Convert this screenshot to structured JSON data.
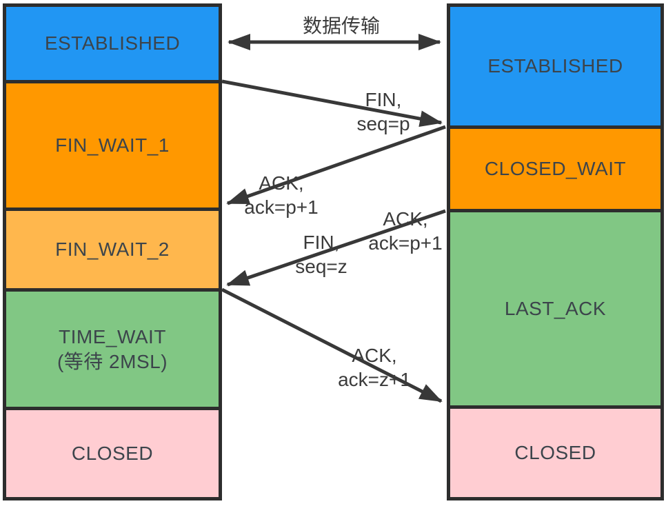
{
  "diagram_title": "TCP four-way close state diagram",
  "colors": {
    "established": "#2196f3",
    "fin_wait_1": "#ff9800",
    "fin_wait_2": "#ffb74d",
    "time_wait": "#81c784",
    "closed": "#ffcdd2",
    "closed_wait": "#ff9800",
    "last_ack": "#81c784",
    "border": "#2d2d2d",
    "arrow": "#383838",
    "text": "#3c444b"
  },
  "left_column": {
    "states": [
      {
        "label": "ESTABLISHED"
      },
      {
        "label": "FIN_WAIT_1"
      },
      {
        "label": "FIN_WAIT_2"
      },
      {
        "label": "TIME_WAIT\n(等待 2MSL)"
      },
      {
        "label": "CLOSED"
      }
    ]
  },
  "right_column": {
    "states": [
      {
        "label": "ESTABLISHED"
      },
      {
        "label": "CLOSED_WAIT"
      },
      {
        "label": "LAST_ACK"
      },
      {
        "label": "CLOSED"
      }
    ]
  },
  "messages": {
    "data_transfer": "数据传输",
    "fin_seq_p": "FIN,\nseq=p",
    "ack_p_plus_1_left": "ACK,\nack=p+1",
    "ack_p_plus_1_right": "ACK,\nack=p+1",
    "fin_seq_z": "FIN,\nseq=z",
    "ack_z_plus_1": "ACK,\nack=z+1"
  }
}
